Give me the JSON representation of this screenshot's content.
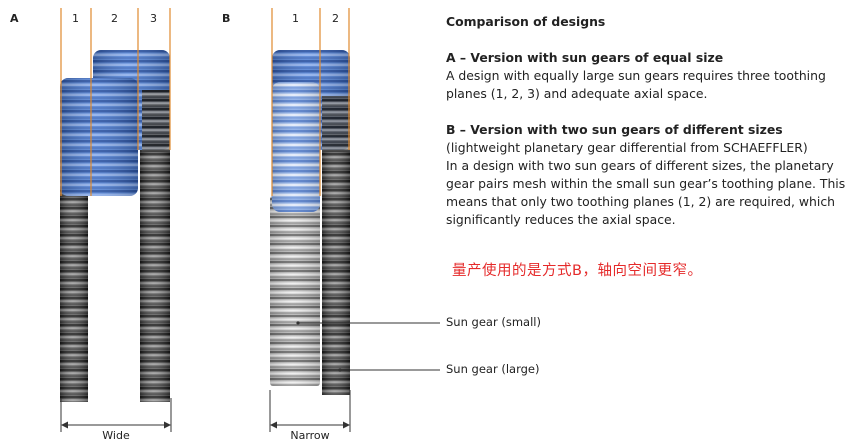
{
  "panel_a": {
    "letter": "A",
    "planes": [
      "1",
      "2",
      "3"
    ],
    "width_label": "Wide"
  },
  "panel_b": {
    "letter": "B",
    "planes": [
      "1",
      "2"
    ],
    "width_label": "Narrow"
  },
  "callouts": {
    "sun_gear_small": "Sun gear (small)",
    "sun_gear_large": "Sun gear (large)"
  },
  "description": {
    "title": "Comparison of designs",
    "a_heading": "A – Version with sun gears of equal size",
    "a_text": "A design with equally large sun gears requires three toothing planes (1, 2, 3) and adequate axial space.",
    "b_heading": "B – Version with two sun gears of different sizes",
    "b_subheading": "(lightweight planetary gear differential from SCHAEFFLER)",
    "b_text": "In a design with two sun gears of different sizes, the planetary gear pairs mesh within the small sun gear’s toothing plane. This means that only two toothing planes (1, 2) are required, which significantly reduces the axial space."
  },
  "annotation": "量产使用的是方式B，轴向空间更窄。",
  "colors": {
    "plane_line": "#e08a2e",
    "gear_blue": "#4a78c8",
    "gear_dark": "#3a3a3a",
    "annotation": "#e52a2a"
  }
}
